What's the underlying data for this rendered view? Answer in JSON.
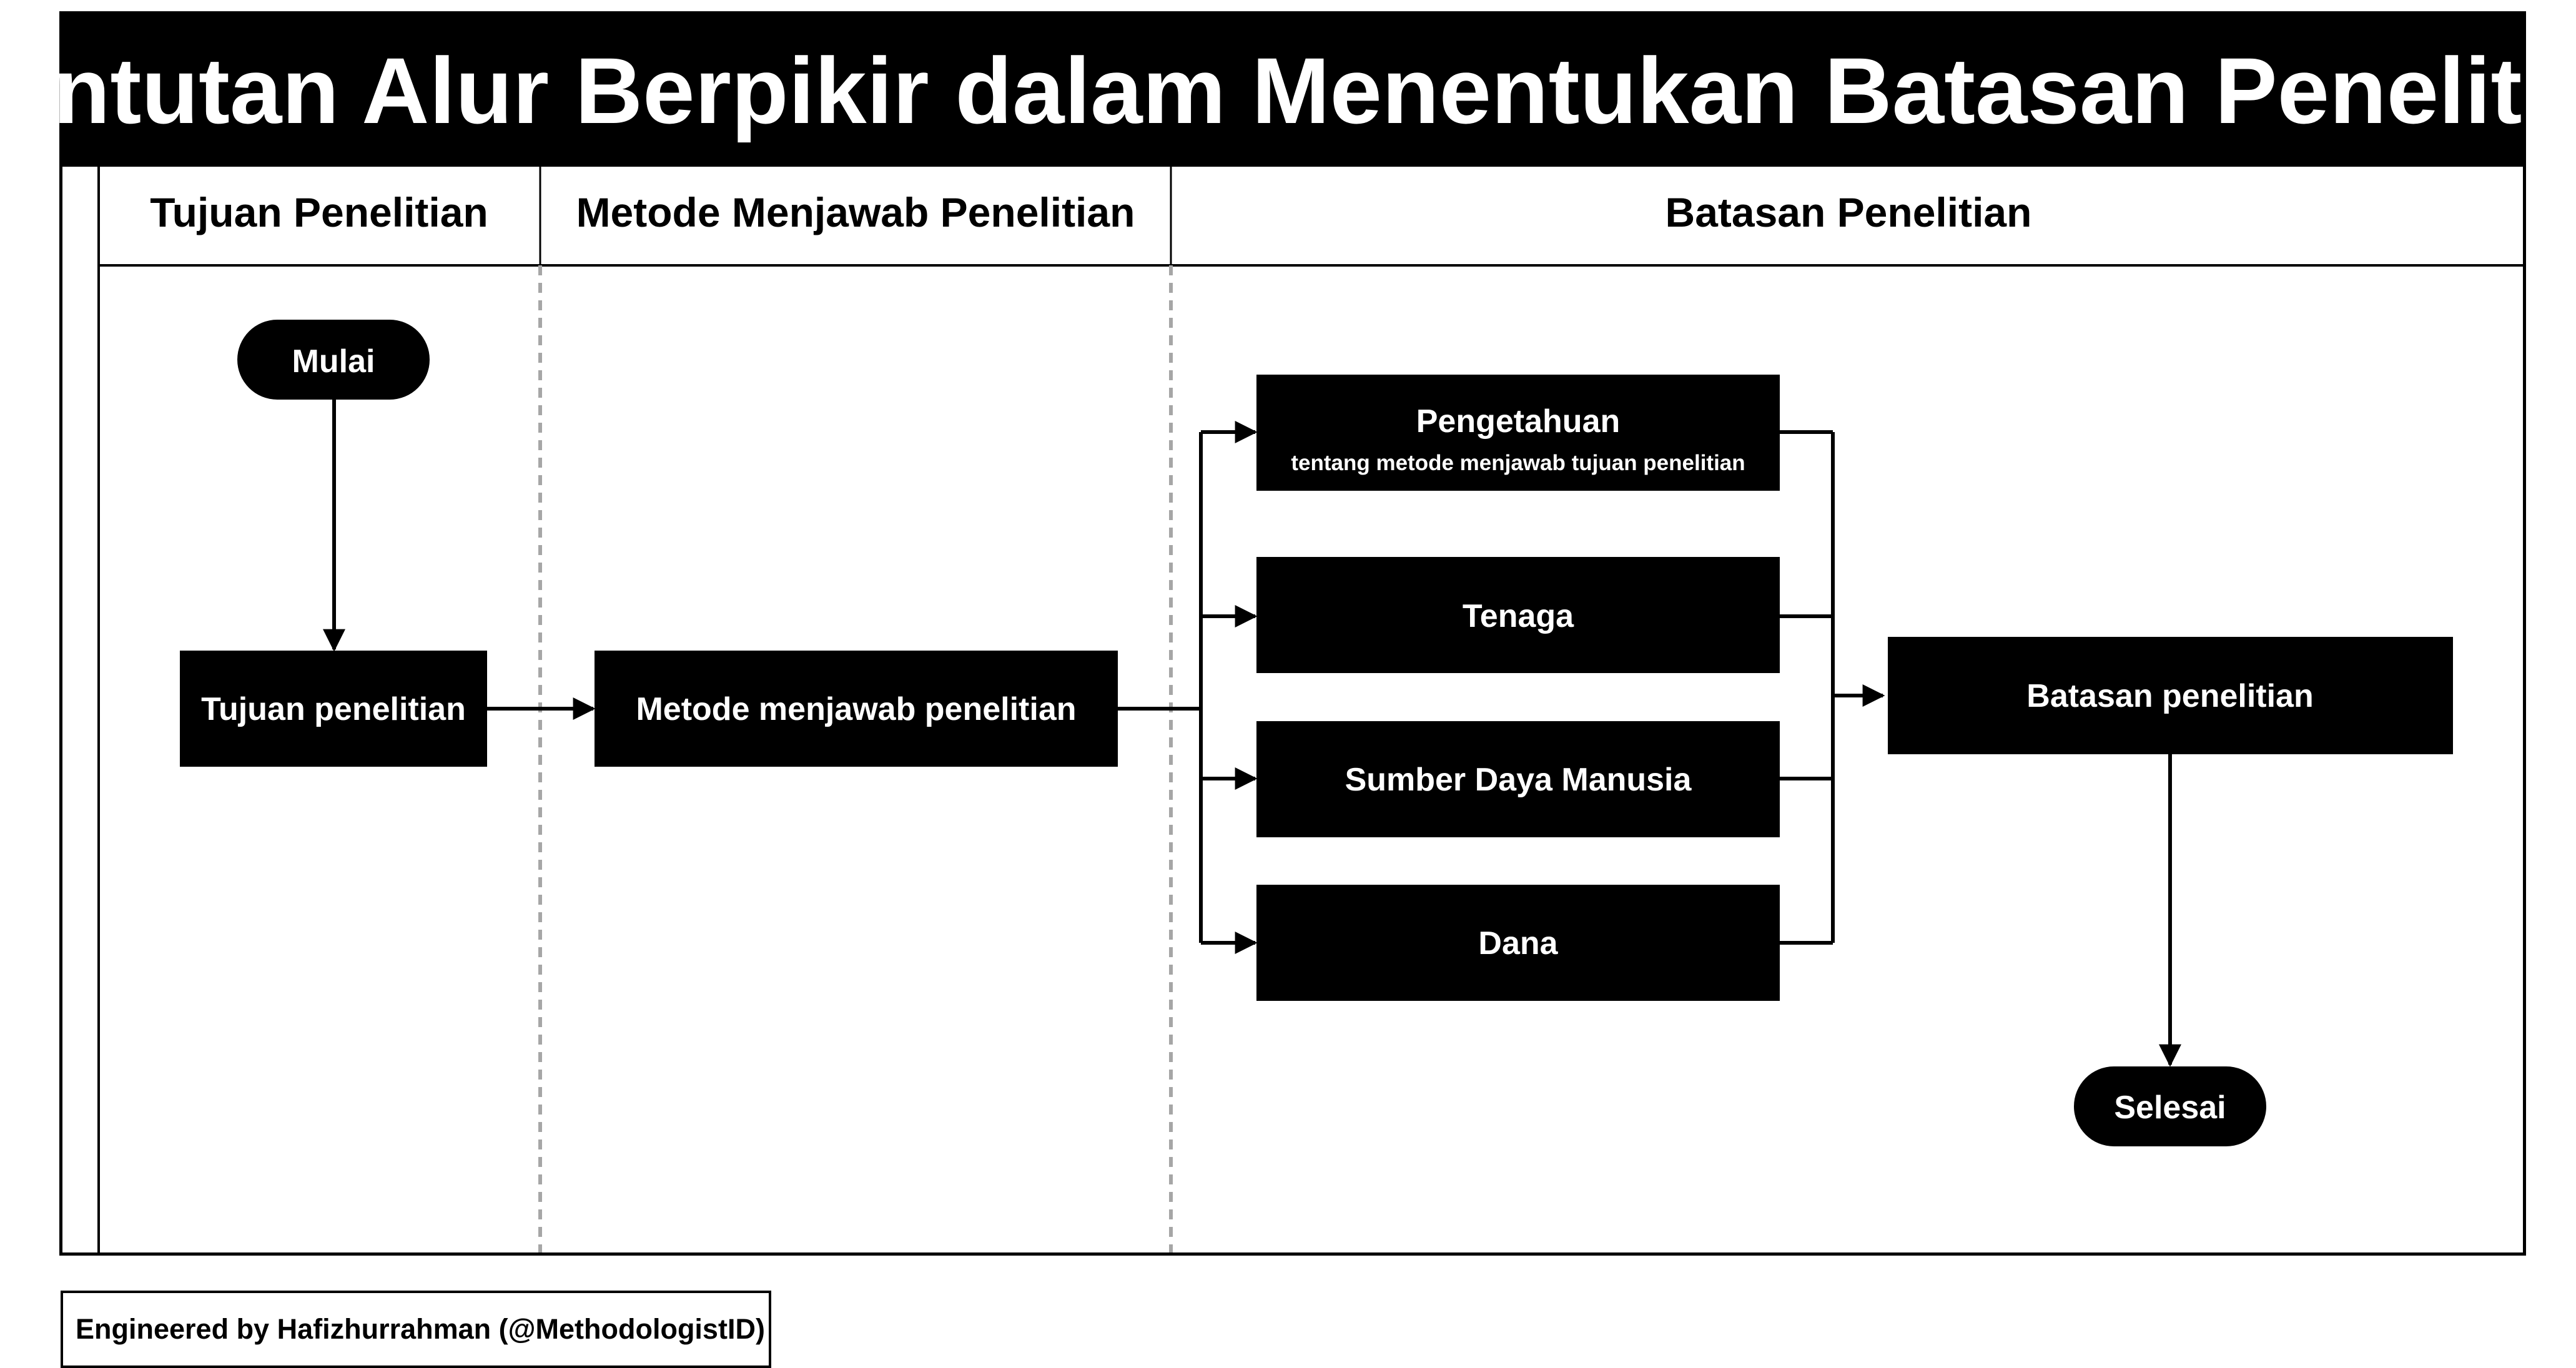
{
  "title": "Runtutan Alur Berpikir dalam Menentukan Batasan Penelitian",
  "lanes": {
    "tujuan": "Tujuan Penelitian",
    "metode": "Metode Menjawab Penelitian",
    "batasan": "Batasan Penelitian"
  },
  "nodes": {
    "start": "Mulai",
    "tujuan": "Tujuan penelitian",
    "metode": "Metode menjawab penelitian",
    "pengetahuan": "Pengetahuan",
    "pengetahuan_sub": "tentang metode menjawab tujuan penelitian",
    "tenaga": "Tenaga",
    "sdm": "Sumber Daya Manusia",
    "dana": "Dana",
    "batasan": "Batasan penelitian",
    "end": "Selesai"
  },
  "credit": "Engineered by Hafizhurrahman (@MethodologistID)",
  "colors": {
    "ink": "#000000",
    "paper": "#ffffff",
    "divider": "#a6a6a6"
  }
}
